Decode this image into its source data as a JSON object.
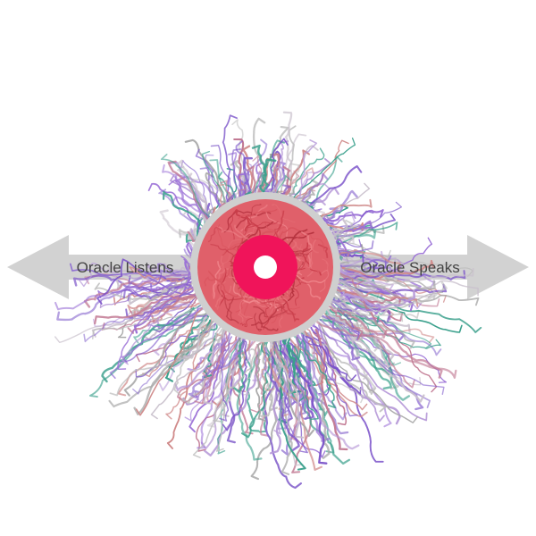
{
  "diagram": {
    "left_arrow": {
      "label": "Oracle Listens",
      "direction": "left"
    },
    "right_arrow": {
      "label": "Oracle Speaks",
      "direction": "right"
    },
    "core": {
      "outer_ring_color": "#cfcfcf",
      "inner_fill_color": "#e0606a",
      "pupil_ring_color": "#f0145a",
      "pupil_center_color": "#ffffff"
    },
    "arrow_color": "#d2d2d2",
    "strand_palette": [
      "#7a52c9",
      "#9a6fd6",
      "#b79ad8",
      "#c9c0cc",
      "#bdbdbd",
      "#d08a8a",
      "#c27a94",
      "#3aa08c",
      "#a7a7a7",
      "#8c6ccf"
    ],
    "core_strand_palette": [
      "#c93d4a",
      "#d9545e",
      "#e77078",
      "#b5333f",
      "#f0868c"
    ]
  }
}
